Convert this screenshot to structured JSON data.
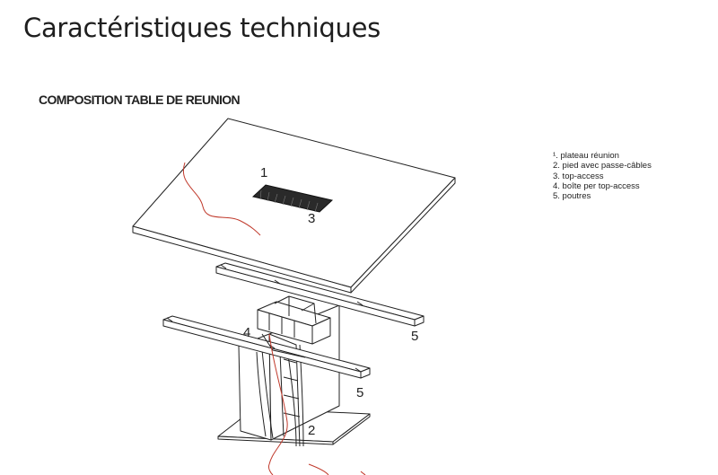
{
  "page": {
    "title": "Caractéristiques techniques",
    "subtitle": "COMPOSITION TABLE DE REUNION"
  },
  "legend": [
    "¹. plateau réunion",
    "2. pied avec passe-câbles",
    "3. top-access",
    "4. boîte per top-access",
    "5. poutres"
  ],
  "callouts": {
    "c1": "1",
    "c2": "2",
    "c3": "3",
    "c4": "4",
    "c5a": "5",
    "c5b": "5"
  },
  "colors": {
    "line": "#222222",
    "cable": "#c0392b"
  }
}
